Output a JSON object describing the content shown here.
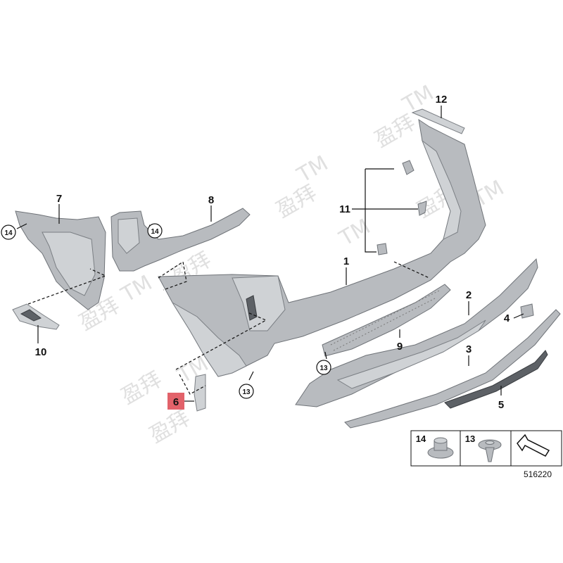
{
  "labels": {
    "p1": "1",
    "p2": "2",
    "p3": "3",
    "p4": "4",
    "p5": "5",
    "p6": "6",
    "p7": "7",
    "p8": "8",
    "p9": "9",
    "p10": "10",
    "p11": "11",
    "p12": "12",
    "c13a": "13",
    "c13b": "13",
    "c14a": "14",
    "c14b": "14"
  },
  "legend": {
    "item14": "14",
    "item13": "13"
  },
  "doc_number": "516220",
  "watermark": {
    "brand": "盈拜",
    "tm": "TM"
  },
  "highlight_color": "#e2626a"
}
